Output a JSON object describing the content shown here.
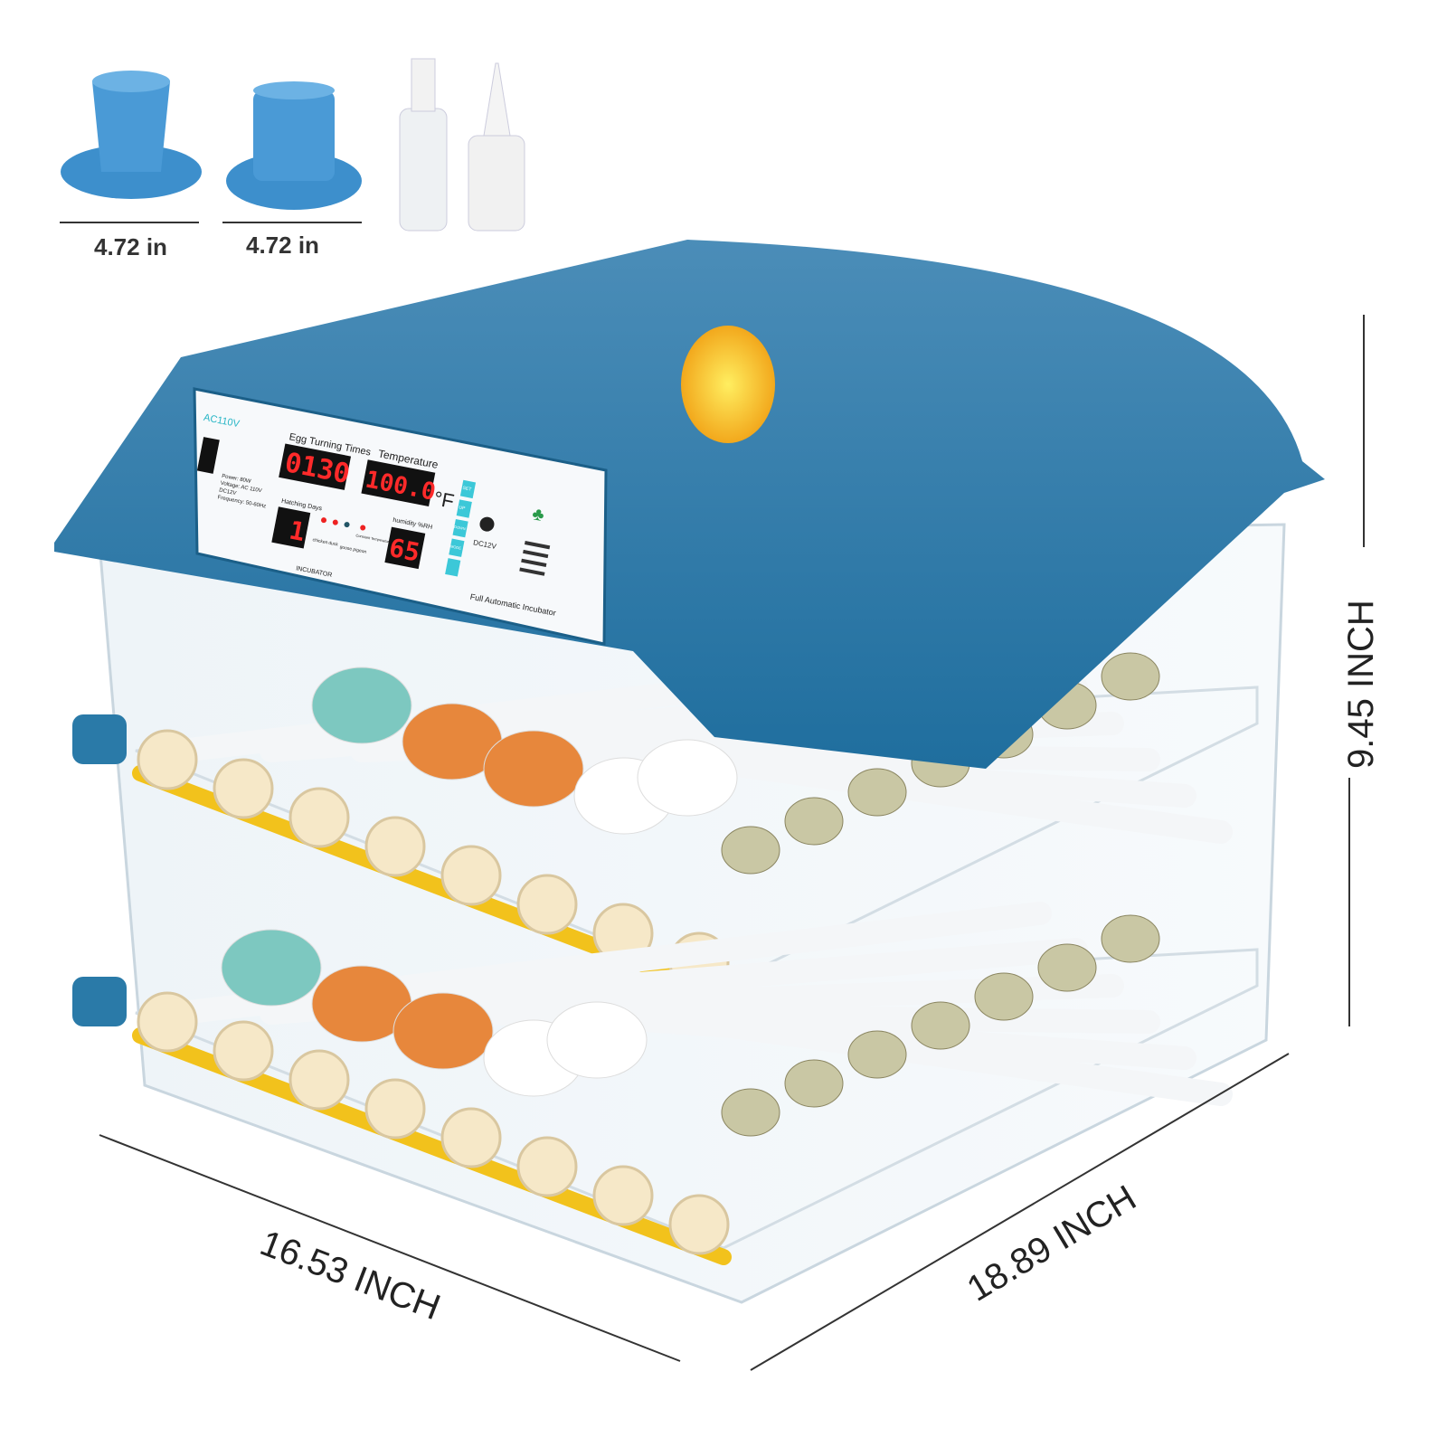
{
  "accessories": {
    "feeder_1_size": "4.72 in",
    "feeder_2_size": "4.72 in"
  },
  "panel": {
    "voltage": "AC110V",
    "power_specs": [
      "Power: 80W",
      "Voltage: AC 110V",
      "DC12V",
      "Frequency: 50-60Hz"
    ],
    "egg_turning_label": "Egg Turning Times",
    "egg_turning_value": "0130",
    "temperature_label": "Temperature",
    "temperature_value": "100.0",
    "temperature_unit": "°F",
    "hatching_days_label": "Hatching Days",
    "hatching_days_value": "1",
    "humidity_label": "humidity %RH",
    "humidity_value": "65",
    "indicator_labels": [
      "chicken",
      "duck",
      "goose",
      "pigeon",
      "Constant Temperature"
    ],
    "buttons": [
      "SET",
      "UP",
      "DOWN",
      "MODE"
    ],
    "dc_label": "DC12V",
    "brand_label": "INCUBATOR",
    "footer_label": "Full Automatic Incubator"
  },
  "dimensions": {
    "height": "9.45 INCH",
    "width": "16.53 INCH",
    "depth": "18.89 INCH"
  },
  "colors": {
    "lid": "#2a7aa8",
    "lcd": "#ff2a2a",
    "gear": "#f6e8c8",
    "roller": "#f2c21c"
  }
}
